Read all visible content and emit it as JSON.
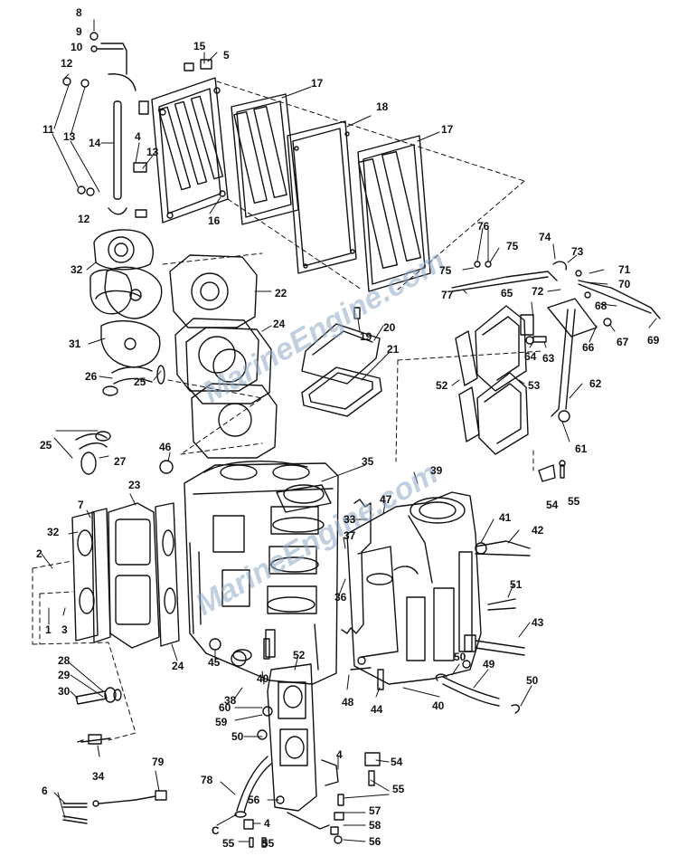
{
  "watermark_text": "MarineEngine.com",
  "colors": {
    "ink": "#111111",
    "watermark": "#8caac8",
    "background": "#ffffff"
  },
  "labels": {
    "l8": "8",
    "l9": "9",
    "l10": "10",
    "l12a": "12",
    "l11": "11",
    "l13a": "13",
    "l14": "14",
    "l4a": "4",
    "l13b": "13",
    "l12b": "12",
    "l15": "15",
    "l5": "5",
    "l16": "16",
    "l17a": "17",
    "l18": "18",
    "l17b": "17",
    "l32a": "32",
    "l22": "22",
    "l24a": "24",
    "l31": "31",
    "l19": "19",
    "l20": "20",
    "l21": "21",
    "l26": "26",
    "l25a": "25",
    "l76": "76",
    "l74": "74",
    "l73": "73",
    "l75a": "75",
    "l75b": "75",
    "l71": "71",
    "l70": "70",
    "l77": "77",
    "l72": "72",
    "l65": "65",
    "l68": "68",
    "l66": "66",
    "l67": "67",
    "l69": "69",
    "l64": "64",
    "l63": "63",
    "l52a": "52",
    "l53": "53",
    "l62": "62",
    "l61": "61",
    "l25b": "25",
    "l27": "27",
    "l46": "46",
    "l35": "35",
    "l39": "39",
    "l23": "23",
    "l47": "47",
    "l33": "33",
    "l54a": "54",
    "l55a": "55",
    "l7": "7",
    "l32b": "32",
    "l41": "41",
    "l42": "42",
    "l37": "37",
    "l2": "2",
    "l36": "36",
    "l51": "51",
    "l1": "1",
    "l3": "3",
    "l43": "43",
    "l24b": "24",
    "l45": "45",
    "l52b": "52",
    "l28": "28",
    "l29": "29",
    "l30": "30",
    "l50a": "50",
    "l49": "49",
    "l50b": "50",
    "l40a": "40",
    "l38": "38",
    "l48": "48",
    "l44": "44",
    "l40b": "40",
    "l60": "60",
    "l59": "59",
    "l50c": "50",
    "l34": "34",
    "l4b": "4",
    "l54b": "54",
    "l79": "79",
    "l55b": "55",
    "l78": "78",
    "l6": "6",
    "l56a": "56",
    "l57": "57",
    "l4c": "4",
    "l58": "58",
    "lC": "C",
    "l55c": "55",
    "l55d": "55",
    "l56b": "56"
  }
}
